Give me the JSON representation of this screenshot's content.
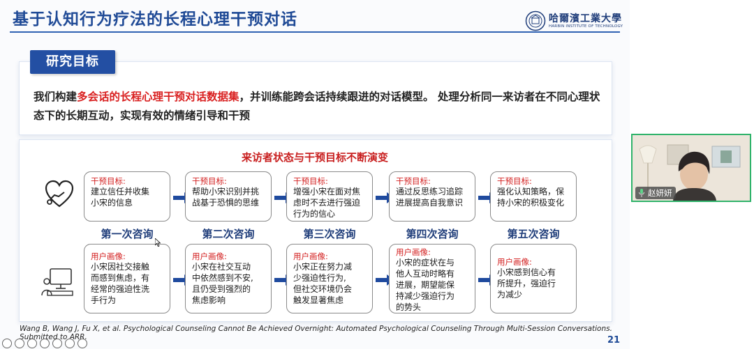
{
  "slide": {
    "title": "基于认知行为疗法的长程心理干预对话",
    "logo": {
      "cn": "哈爾濱工業大學",
      "en": "HARBIN INSTITUTE OF TECHNOLOGY",
      "seal_icon": "university-seal-icon"
    },
    "section_heading": "研究目标",
    "description": {
      "part1": "我们构建",
      "highlight": "多会话的长程心理干预对话数据集",
      "part2": "，并训练能跨会话持续跟进的对话模型。 处理分析同一来访者在不同心理状态下的长期互动，实现有效的情绪引导和干预",
      "highlight_color": "#d92020"
    },
    "diagram": {
      "title": "来访者状态与干预目标不断演变",
      "sessions": [
        {
          "name": "第一次咨询",
          "goal_label": "干预目标:",
          "goal_lines": [
            "建立信任并收集",
            "小宋的信息"
          ],
          "profile_label": "用户画像:",
          "profile_lines": [
            "小宋因社交接触",
            "而感到焦虑，有",
            "经常的强迫性洗",
            "手行为"
          ]
        },
        {
          "name": "第二次咨询",
          "goal_label": "干预目标:",
          "goal_lines": [
            "帮助小宋识别并挑",
            "战基于恐惧的思维"
          ],
          "profile_label": "用户画像:",
          "profile_lines": [
            "小宋在社交互动",
            "中依然感到不安,",
            "且仍受到强烈的",
            "焦虑影响"
          ]
        },
        {
          "name": "第三次咨询",
          "goal_label": "干预目标:",
          "goal_lines": [
            "增强小宋在面对焦",
            "虑时不去进行强迫",
            "行为的信心"
          ],
          "profile_label": "用户画像:",
          "profile_lines": [
            "小宋正在努力减",
            "少强迫性行为,",
            "但社交环境仍会",
            "触发显著焦虑"
          ]
        },
        {
          "name": "第四次咨询",
          "goal_label": "干预目标:",
          "goal_lines": [
            "通过反思练习追踪",
            "进展提高自我意识"
          ],
          "profile_label": "用户画像:",
          "profile_lines": [
            "小宋的症状在与",
            "他人互动时略有",
            "进展，期望能保",
            "持减少强迫行为",
            "的势头"
          ]
        },
        {
          "name": "第五次咨询",
          "goal_label": "干预目标:",
          "goal_lines": [
            "强化认知策略，保",
            "持小宋的积极变化"
          ],
          "profile_label": "用户画像:",
          "profile_lines": [
            "小宋感到信心有",
            "所提升，强迫行",
            "为减少"
          ]
        }
      ],
      "icons": {
        "top_left": "heart-care-icon",
        "bottom_left": "person-computer-icon",
        "arrow": "right-arrow-icon"
      }
    },
    "citation": "Wang B, Wang J, Fu X, et al. Psychological Counseling Cannot Be Achieved Overnight: Automated Psychological Counseling Through Multi-Session Conversations. Submitted to ARR.",
    "page_number": "21"
  },
  "video": {
    "participant_name": "赵妍妍",
    "mic_icon": "microphone-icon",
    "border_color": "#2fb36a"
  },
  "controls": [
    "back-icon",
    "pen-icon",
    "copy-icon",
    "zoom-icon",
    "captions-icon",
    "more-icon",
    "forward-icon"
  ]
}
